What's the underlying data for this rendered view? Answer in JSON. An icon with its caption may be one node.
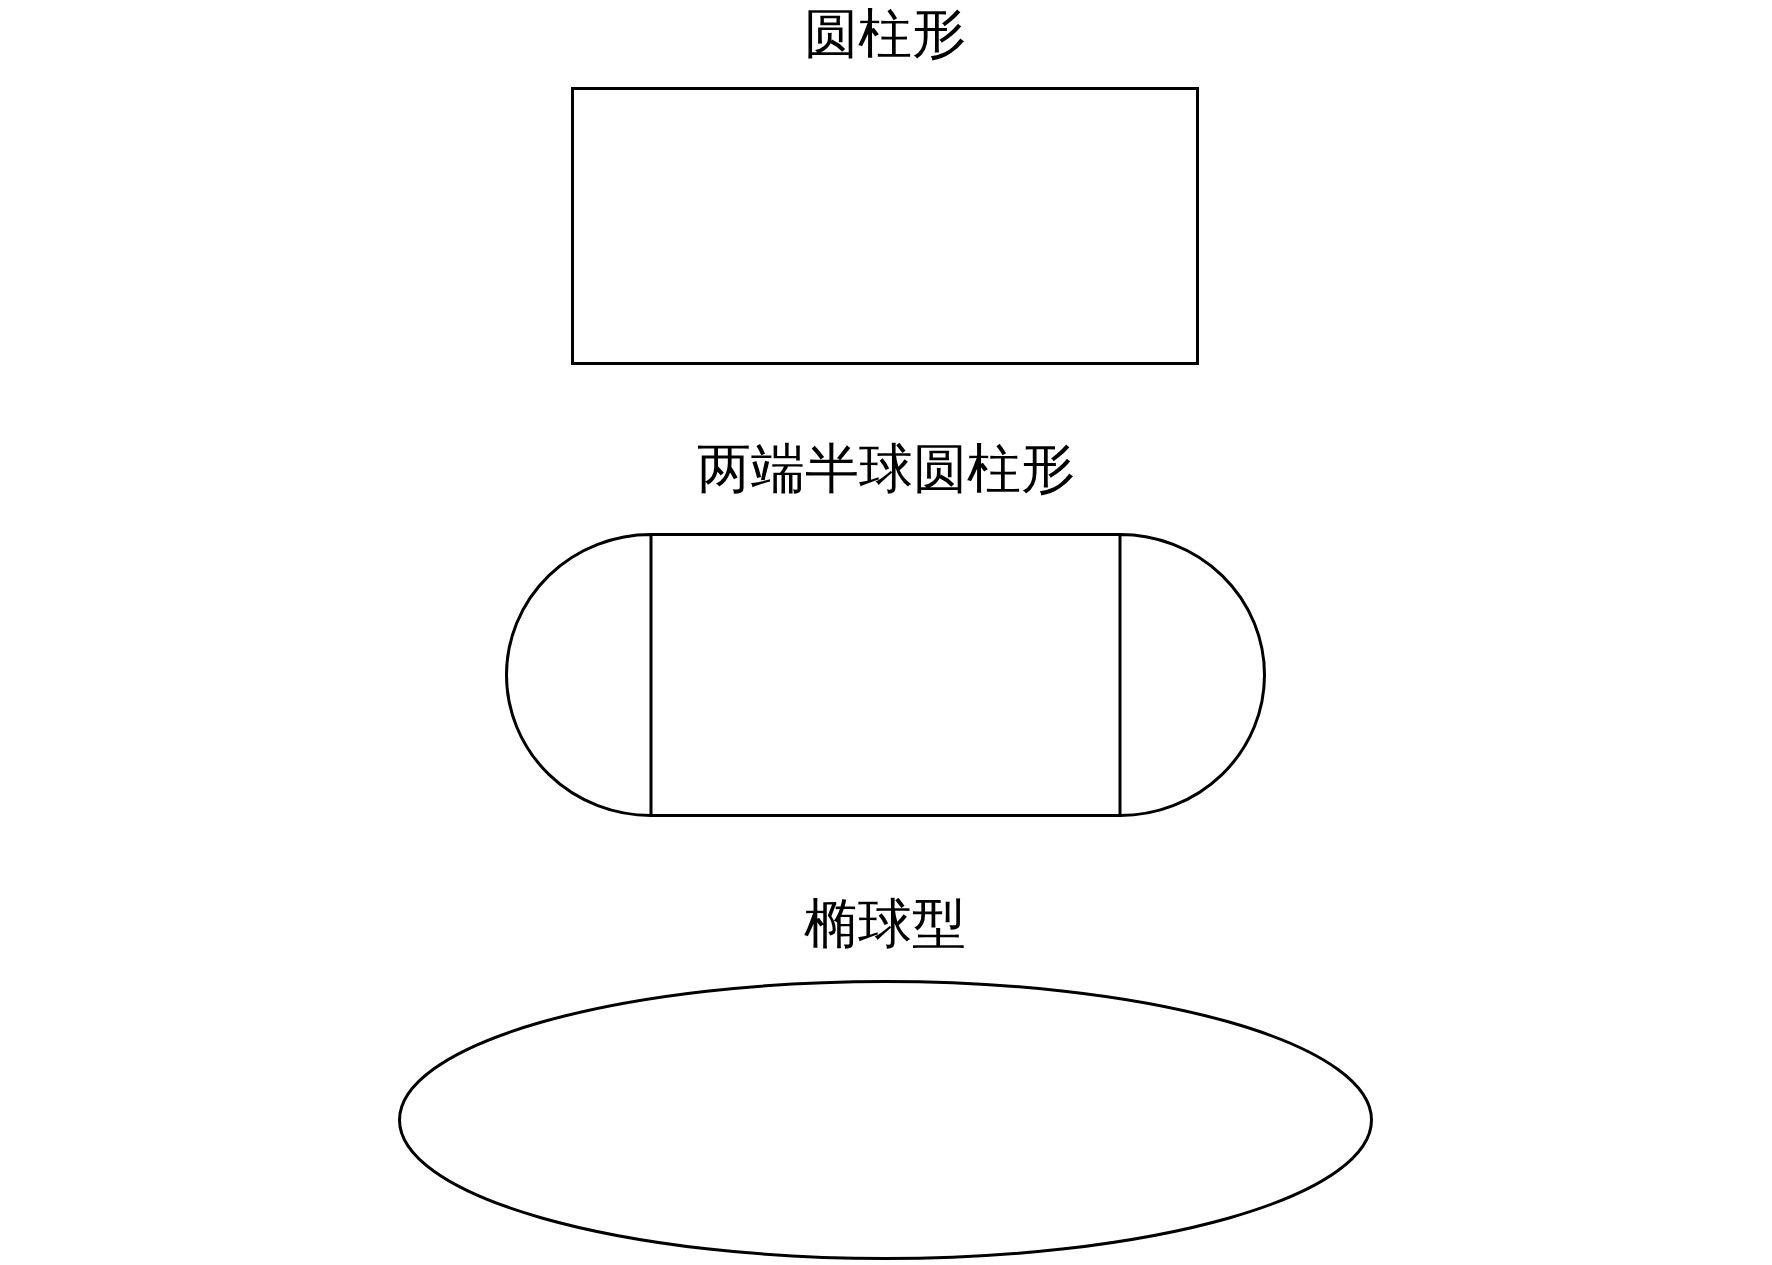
{
  "diagram": {
    "nodes": [
      {
        "text": [
          "圆柱形"
        ]
      },
      {
        "text": [
          "两端半球圆柱形"
        ]
      },
      {
        "text": [
          "椭球型"
        ]
      }
    ]
  }
}
